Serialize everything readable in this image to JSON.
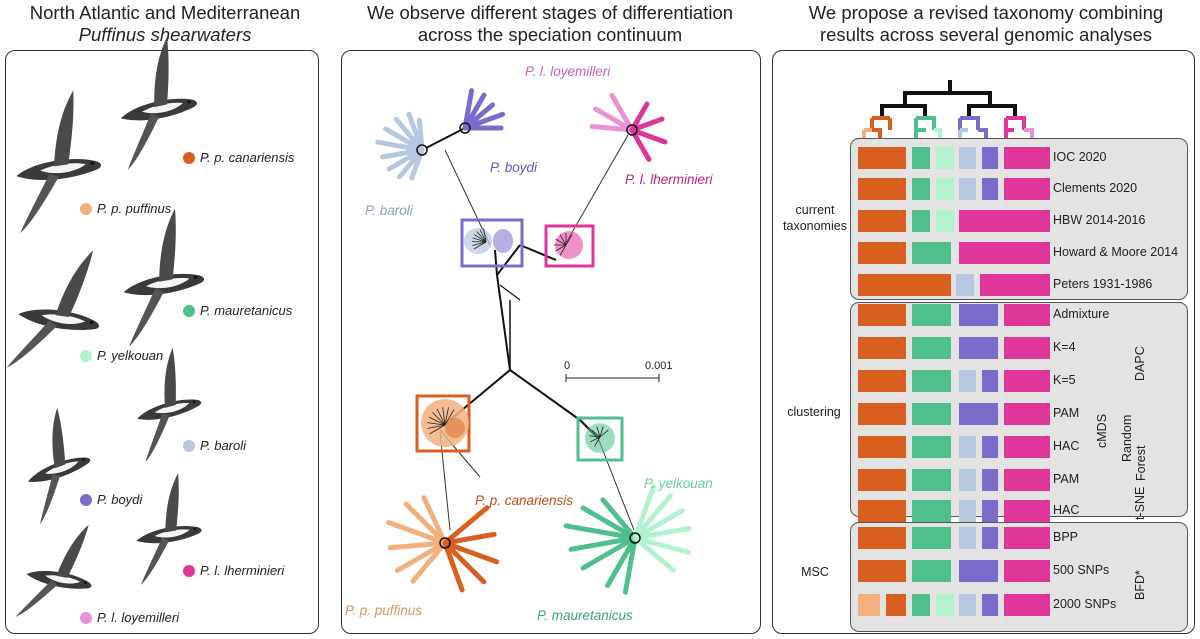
{
  "headings": {
    "left_line1": "North Atlantic and Mediterranean",
    "left_line2": "Puffinus shearwaters",
    "middle_line1": "We observe different stages of differentiation",
    "middle_line2": "across the speciation continuum",
    "right_line1": "We propose a revised taxonomy combining",
    "right_line2": "results across several genomic analyses"
  },
  "colors": {
    "canariensis": "#d85f1d",
    "puffinus": "#f2b07f",
    "mauretanicus": "#4fbf8b",
    "yelkouan": "#b3f2cf",
    "baroli": "#b7c7e0",
    "boydi": "#7b6ccc",
    "lherminieri": "#e0369a",
    "loyemilleri": "#e793d6"
  },
  "species": [
    {
      "label": "P. p. canariensis",
      "color": "#d85f1d"
    },
    {
      "label": "P. p. puffinus",
      "color": "#f2b07f"
    },
    {
      "label": "P. mauretanicus",
      "color": "#4fbf8b"
    },
    {
      "label": "P. yelkouan",
      "color": "#b3f2cf"
    },
    {
      "label": "P. baroli",
      "color": "#b7c7e0"
    },
    {
      "label": "P. boydi",
      "color": "#7b6ccc"
    },
    {
      "label": "P. l. lherminieri",
      "color": "#e0369a"
    },
    {
      "label": "P. l. loyemilleri",
      "color": "#e793d6"
    }
  ],
  "tree_labels": {
    "loyemilleri": "P. l. loyemilleri",
    "lherminieri": "P. l. lherminieri",
    "boydi": "P. boydi",
    "baroli": "P. baroli",
    "canariensis": "P. p. canariensis",
    "yelkouan": "P. yelkouan",
    "puffinus": "P. p. puffinus",
    "mauretanicus": "P. mauretanicus"
  },
  "scale_bar": {
    "start": "0",
    "end": "0.001"
  },
  "taxonomy": {
    "groups": {
      "current": "current taxonomies",
      "clustering": "clustering",
      "msc": "MSC"
    },
    "sublabels": {
      "dapc": "DAPC",
      "cmds": "cMDS",
      "random_forest": "Random Forest",
      "tsne": "t-SNE",
      "bfd": "BFD*"
    },
    "rows": [
      {
        "source": "IOC 2020",
        "segments": [
          "canariensis",
          "mauretanicus",
          "yelkouan",
          "baroli",
          "boydi",
          "lherminieri"
        ]
      },
      {
        "source": "Clements 2020",
        "segments": [
          "canariensis",
          "mauretanicus",
          "yelkouan",
          "baroli",
          "boydi",
          "lherminieri"
        ]
      },
      {
        "source": "HBW 2014-2016",
        "segments": [
          "canariensis",
          "mauretanicus",
          "yelkouan",
          "lherminieri"
        ]
      },
      {
        "source": "Howard & Moore 2014",
        "segments": [
          "canariensis",
          "mauretanicus",
          "lherminieri"
        ]
      },
      {
        "source": "Peters 1931-1986",
        "segments": [
          "canariensis",
          "baroli",
          "lherminieri"
        ]
      },
      {
        "source": "Admixture",
        "segments": [
          "canariensis",
          "mauretanicus",
          "boydi",
          "lherminieri"
        ]
      },
      {
        "source": "K=4",
        "segments": [
          "canariensis",
          "mauretanicus",
          "boydi",
          "lherminieri"
        ]
      },
      {
        "source": "K=5",
        "segments": [
          "canariensis",
          "mauretanicus",
          "baroli",
          "boydi",
          "lherminieri"
        ]
      },
      {
        "source": "PAM",
        "segments": [
          "canariensis",
          "mauretanicus",
          "boydi",
          "lherminieri"
        ]
      },
      {
        "source": "HAC",
        "segments": [
          "canariensis",
          "mauretanicus",
          "baroli",
          "boydi",
          "lherminieri"
        ]
      },
      {
        "source": "PAM",
        "segments": [
          "canariensis",
          "mauretanicus",
          "baroli",
          "boydi",
          "lherminieri"
        ]
      },
      {
        "source": "HAC",
        "segments": [
          "canariensis",
          "mauretanicus",
          "baroli",
          "boydi",
          "lherminieri"
        ]
      },
      {
        "source": "BPP",
        "segments": [
          "canariensis",
          "mauretanicus",
          "baroli",
          "boydi",
          "lherminieri"
        ]
      },
      {
        "source": "500 SNPs",
        "segments": [
          "canariensis",
          "mauretanicus",
          "boydi",
          "lherminieri"
        ]
      },
      {
        "source": "2000 SNPs",
        "segments": [
          "puffinus",
          "canariensis",
          "mauretanicus",
          "yelkouan",
          "baroli",
          "boydi",
          "lherminieri"
        ]
      }
    ]
  }
}
